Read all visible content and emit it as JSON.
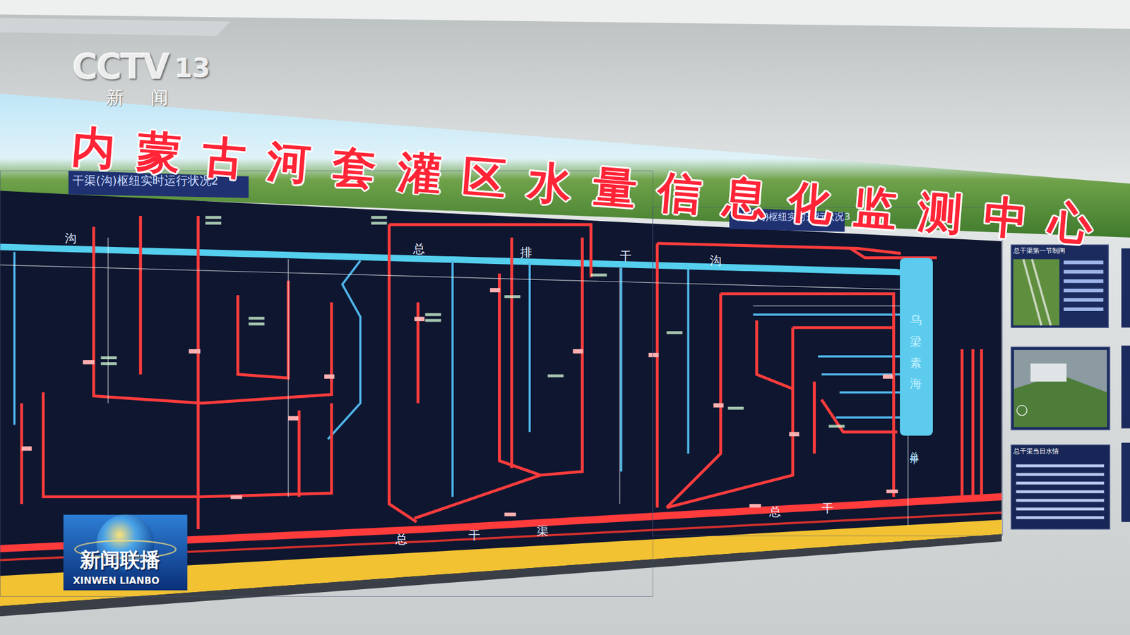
{
  "diagram": {
    "title": "内蒙古河套灌区水量信息化监测中心",
    "nodes": [
      {
        "text": [
          "干渠(沟)枢纽实时运行状况2"
        ]
      },
      {
        "text": [
          "干渠(沟)枢纽实时运行状况3"
        ]
      },
      {
        "text": [
          "乌梁素海"
        ],
        "in": 1
      },
      {
        "text": [
          "总干渠第一节制闸"
        ]
      },
      {
        "text": [
          "总干渠当日水情"
        ]
      }
    ],
    "labels": [
      "CCTV",
      "13",
      "新 闻",
      "沟",
      "总",
      "排",
      "干",
      "沟",
      "总",
      "干",
      "渠",
      "总",
      "干",
      "总排干",
      "新闻联播",
      "XINWEN LIANBO"
    ]
  }
}
